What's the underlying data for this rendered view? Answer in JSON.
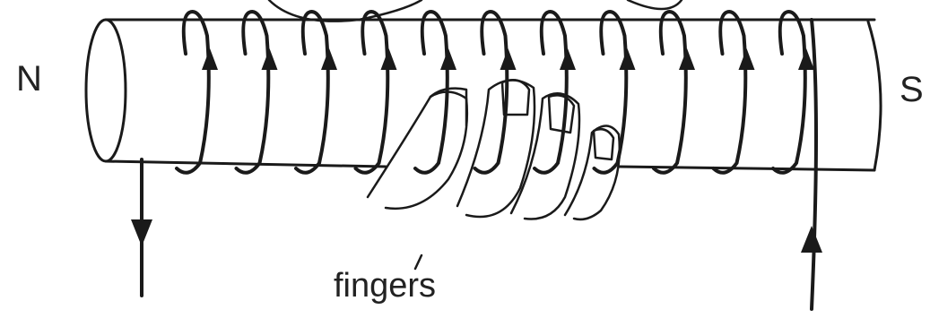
{
  "labels": {
    "north": "N",
    "south": "S",
    "fingers": "fingers"
  },
  "coil": {
    "turns": 11,
    "ink_color": "#1a1a1a"
  },
  "icons": [
    "right-hand-grip-icon",
    "current-arrow-icon"
  ]
}
